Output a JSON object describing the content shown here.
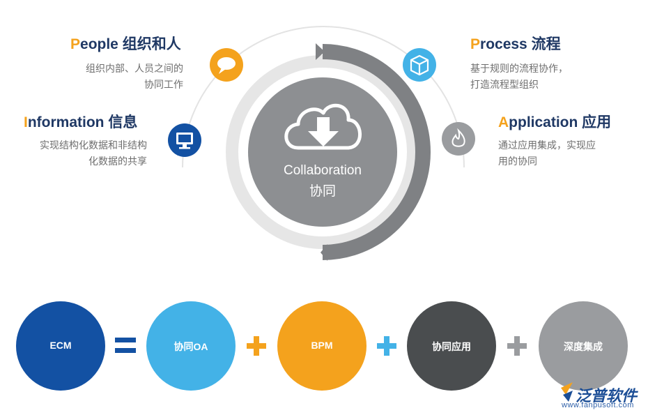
{
  "center": {
    "line1": "Collaboration",
    "line2": "协同"
  },
  "people": {
    "title_first": "P",
    "title_rest": "eople 组织和人",
    "desc": [
      "组织内部、人员之间的",
      "协同工作"
    ]
  },
  "information": {
    "title_first": "I",
    "title_rest": "nformation 信息",
    "desc": [
      "实现结构化数据和非结构",
      "化数据的共享"
    ]
  },
  "process": {
    "title_first": "P",
    "title_rest": "rocess 流程",
    "desc": [
      "基于规则的流程协作，",
      "打造流程型组织"
    ]
  },
  "application": {
    "title_first": "A",
    "title_rest": "pplication 应用",
    "desc": [
      "通过应用集成，实现应",
      "用的协同"
    ]
  },
  "icons": {
    "people": "speech-bubble-icon",
    "information": "monitor-icon",
    "process": "cube-icon",
    "application": "flame-icon",
    "center": "cloud-download-icon"
  },
  "equation": {
    "items": [
      {
        "label": "ECM",
        "color": "#1351a3"
      },
      {
        "label": "协同OA",
        "color": "#43b2e7"
      },
      {
        "label": "BPM",
        "color": "#f4a21d"
      },
      {
        "label": "协同应用",
        "color": "#4a4d4f"
      },
      {
        "label": "深度集成",
        "color": "#9a9c9f"
      }
    ],
    "operators": [
      {
        "symbol": "=",
        "color": "#1351a3"
      },
      {
        "symbol": "+",
        "color": "#f4a21d"
      },
      {
        "symbol": "+",
        "color": "#43b2e7"
      },
      {
        "symbol": "+",
        "color": "#9a9c9f"
      }
    ]
  },
  "logo": {
    "name": "泛普软件",
    "url": "www.fanpusoft.com"
  },
  "colors": {
    "navy": "#1f3864",
    "orange": "#f4a21d",
    "sky": "#43b2e7",
    "dark_gray": "#4a4d4f",
    "gray": "#9a9c9f",
    "text_gray": "#6e6e6e"
  }
}
